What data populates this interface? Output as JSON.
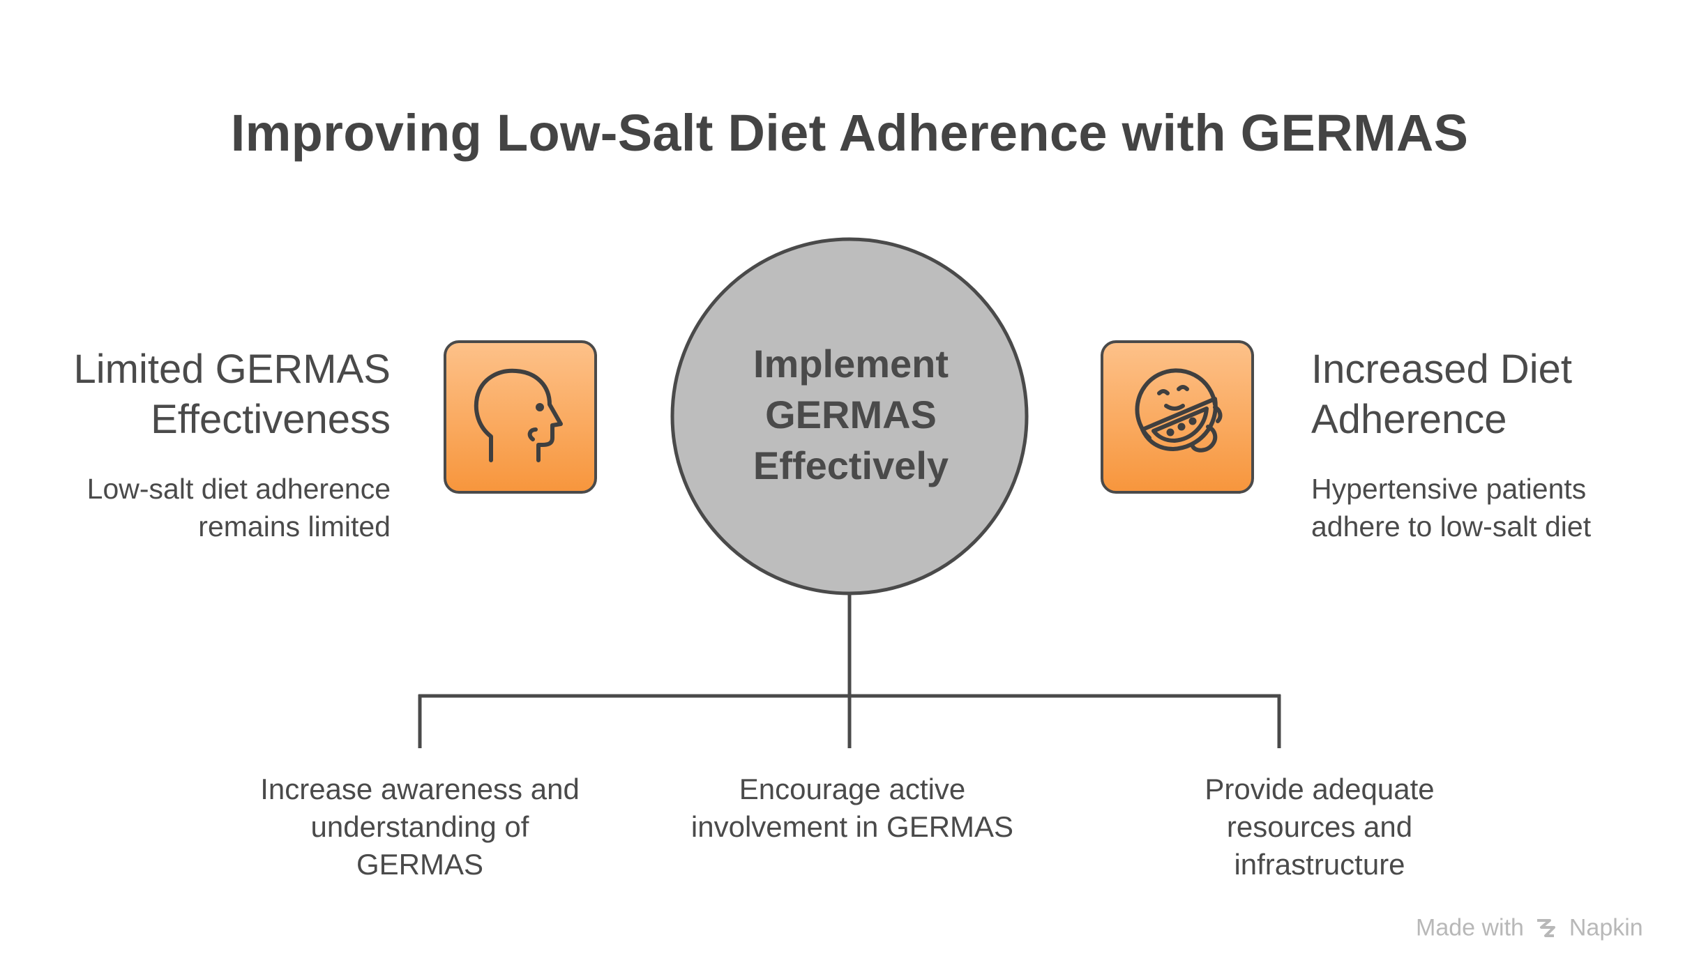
{
  "title": "Improving Low-Salt Diet Adherence with GERMAS",
  "center": {
    "lines": [
      "Implement",
      "GERMAS",
      "Effectively"
    ]
  },
  "left": {
    "heading_lines": [
      "Limited GERMAS",
      "Effectiveness"
    ],
    "desc_lines": [
      "Low-salt diet adherence",
      "remains limited"
    ],
    "icon": "head-profile-icon"
  },
  "right": {
    "heading_lines": [
      "Increased Diet",
      "Adherence"
    ],
    "desc_lines": [
      "Hypertensive patients",
      "adhere to low-salt diet"
    ],
    "icon": "eating-watermelon-icon"
  },
  "branches": [
    {
      "lines": [
        "Increase awareness and",
        "understanding of",
        "GERMAS"
      ]
    },
    {
      "lines": [
        "Encourage active",
        "involvement in GERMAS"
      ]
    },
    {
      "lines": [
        "Provide adequate",
        "resources and",
        "infrastructure"
      ]
    }
  ],
  "footer": {
    "made_with": "Made with",
    "brand": "Napkin"
  },
  "colors": {
    "circle_fill": "#bdbdbd",
    "stroke": "#4a4a4a",
    "icon_gradient_top": "#fdc189",
    "icon_gradient_bottom": "#f7963d"
  }
}
